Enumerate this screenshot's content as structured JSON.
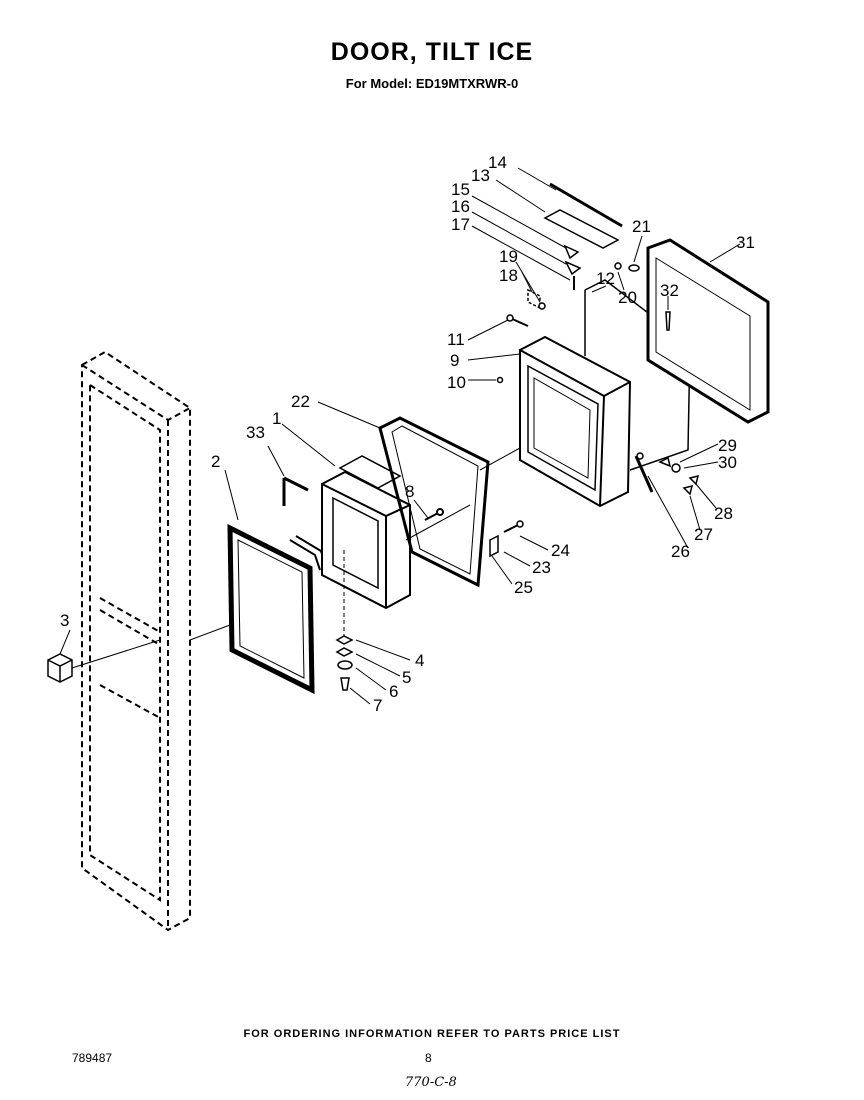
{
  "header": {
    "title": "DOOR, TILT ICE",
    "subtitle": "For Model: ED19MTXRWR-0"
  },
  "footer": {
    "note": "FOR ORDERING INFORMATION REFER TO PARTS PRICE LIST",
    "doc_number": "789487",
    "page_number": "8",
    "handwritten": "770-C-8"
  },
  "callouts": [
    "1",
    "2",
    "3",
    "4",
    "5",
    "6",
    "7",
    "8",
    "9",
    "10",
    "11",
    "12",
    "13",
    "14",
    "15",
    "16",
    "17",
    "18",
    "19",
    "20",
    "21",
    "22",
    "23",
    "24",
    "25",
    "26",
    "27",
    "28",
    "29",
    "30",
    "31",
    "32",
    "33"
  ]
}
